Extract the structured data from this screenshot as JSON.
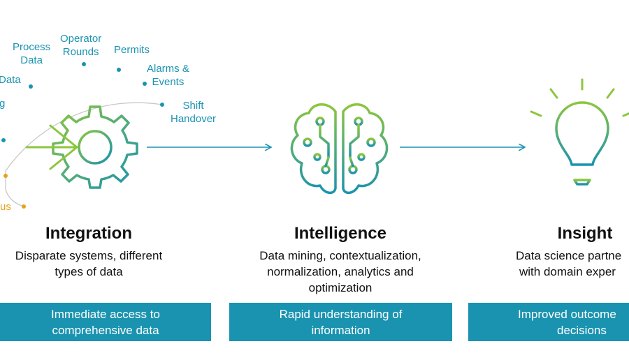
{
  "colors": {
    "teal": "#1a93b0",
    "orange": "#e5a21c",
    "green": "#8cc63e",
    "arc": "#c8c8c8"
  },
  "sources": {
    "process_data": [
      "Process",
      "Data"
    ],
    "operator_rounds": [
      "Operator",
      "Rounds"
    ],
    "permits": [
      "Permits"
    ],
    "alarms_events": [
      "Alarms &",
      "Events"
    ],
    "shift_handover": [
      "Shift",
      "Handover"
    ],
    "partial_data": "Data",
    "partial_g": "g",
    "partial_us": "us"
  },
  "stages": [
    {
      "title": "Integration",
      "desc": [
        "Disparate systems, different",
        "types of data"
      ],
      "banner": [
        "Immediate access to",
        "comprehensive data"
      ],
      "icon": "gear-icon"
    },
    {
      "title": "Intelligence",
      "desc": [
        "Data mining, contextualization,",
        "normalization, analytics and",
        "optimization"
      ],
      "banner": [
        "Rapid understanding of",
        "information"
      ],
      "icon": "brain-circuit-icon"
    },
    {
      "title": "Insight",
      "desc": [
        "Data science partne",
        "with domain exper"
      ],
      "banner": [
        "Improved outcome",
        "decisions"
      ],
      "icon": "lightbulb-icon"
    }
  ]
}
